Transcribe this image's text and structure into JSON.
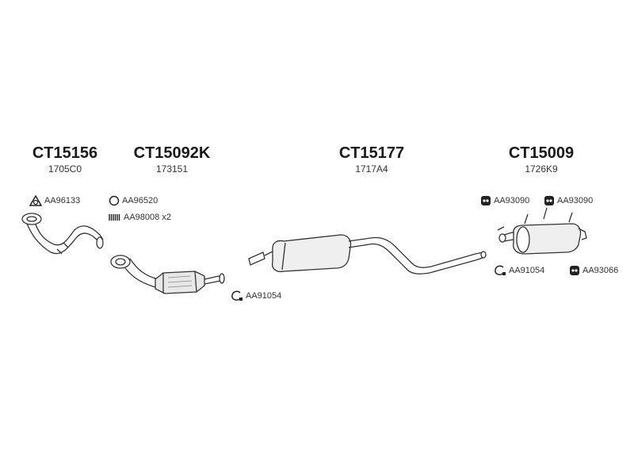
{
  "groups": [
    {
      "code": "CT15156",
      "sub": "1705C0",
      "accessories": [
        {
          "icon": "gasket-triangle-icon",
          "label": "AA96133"
        }
      ]
    },
    {
      "code": "CT15092K",
      "sub": "173151",
      "accessories": [
        {
          "icon": "ring-icon",
          "label": "AA96520"
        },
        {
          "icon": "spring-icon",
          "label": "AA98008 x2"
        },
        {
          "icon": "clamp-icon",
          "label": "AA91054"
        }
      ]
    },
    {
      "code": "CT15177",
      "sub": "1717A4",
      "accessories": []
    },
    {
      "code": "CT15009",
      "sub": "1726K9",
      "accessories": [
        {
          "icon": "rubber-hanger-icon",
          "label": "AA93090"
        },
        {
          "icon": "rubber-hanger-icon",
          "label": "AA93090"
        },
        {
          "icon": "clamp-icon",
          "label": "AA91054"
        },
        {
          "icon": "rubber-hanger-icon",
          "label": "AA93066"
        }
      ]
    }
  ]
}
